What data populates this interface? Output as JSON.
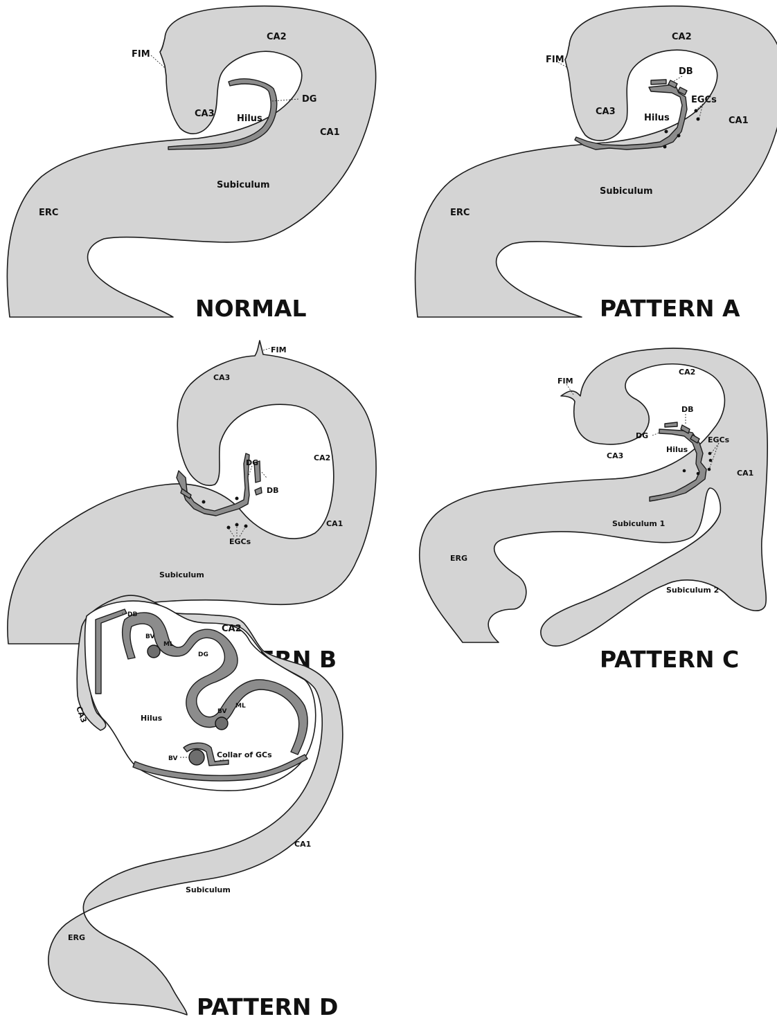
{
  "panels": {
    "normal": {
      "title": "NORMAL",
      "labels": {
        "ca2": "CA2",
        "fim": "FIM",
        "ca3": "CA3",
        "hilus": "Hilus",
        "dg": "DG",
        "ca1": "CA1",
        "subiculum": "Subiculum",
        "erc": "ERC"
      }
    },
    "pattern_a": {
      "title": "PATTERN A",
      "labels": {
        "ca2": "CA2",
        "fim": "FIM",
        "db": "DB",
        "egcs": "EGCs",
        "ca3": "CA3",
        "hilus": "Hilus",
        "ca1": "CA1",
        "subiculum": "Subiculum",
        "erc": "ERC"
      }
    },
    "pattern_b": {
      "title": "PATTERN B",
      "labels": {
        "fim": "FIM",
        "ca3": "CA3",
        "ca2": "CA2",
        "dg": "DG",
        "db": "DB",
        "ca1": "CA1",
        "egcs": "EGCs",
        "subiculum": "Subiculum"
      }
    },
    "pattern_c": {
      "title": "PATTERN C",
      "labels": {
        "fim": "FIM",
        "ca2": "CA2",
        "db": "DB",
        "dg": "DG",
        "egcs": "EGCs",
        "hilus": "Hilus",
        "ca3": "CA3",
        "ca1": "CA1",
        "subiculum1": "Subiculum 1",
        "erg": "ERG",
        "subiculum2": "Subiculum 2"
      }
    },
    "pattern_d": {
      "title": "PATTERN D",
      "labels": {
        "db": "DB",
        "ca2": "CA2",
        "bv_top": "BV",
        "ml_top": "ML",
        "dg": "DG",
        "ca3": "CA3",
        "hilus": "Hilus",
        "ml_right": "ML",
        "bv_right": "BV",
        "bv_bottom": "BV",
        "collar": "Collar of GCs",
        "ca1": "CA1",
        "subiculum": "Subiculum",
        "erg": "ERG"
      }
    }
  }
}
